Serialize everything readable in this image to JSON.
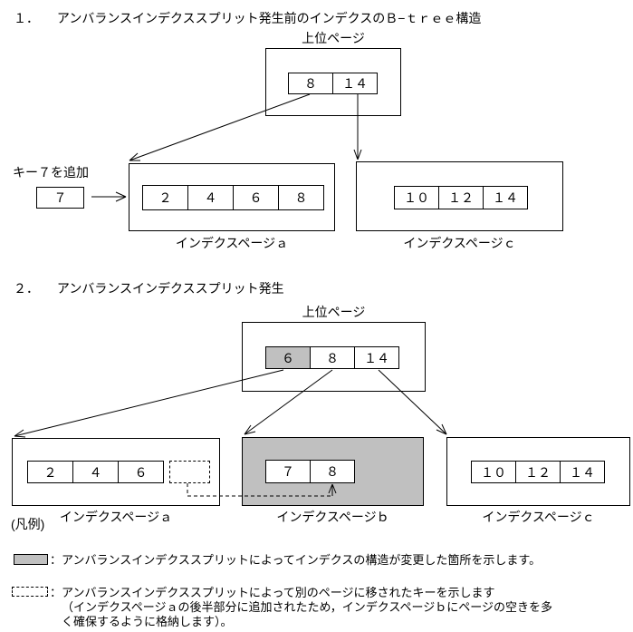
{
  "diagram": {
    "colors": {
      "highlight": "#c0c0c0",
      "line": "#000000",
      "background": "#ffffff"
    },
    "section1": {
      "number": "１．",
      "title": "アンバランスインデクススプリット発生前のインデクスのＢ−ｔｒｅｅ構造",
      "root": {
        "label": "上位ページ",
        "cells": [
          "８",
          "１４"
        ]
      },
      "insert": {
        "label": "キー７を追加",
        "key": "７"
      },
      "pageA": {
        "cells": [
          "２",
          "４",
          "６",
          "８"
        ],
        "label": "インデクスページａ"
      },
      "pageC": {
        "cells": [
          "１０",
          "１２",
          "１４"
        ],
        "label": "インデクスページｃ"
      }
    },
    "section2": {
      "number": "２．",
      "title": "アンバランスインデクススプリット発生",
      "root": {
        "label": "上位ページ",
        "cells": [
          "６",
          "８",
          "１４"
        ]
      },
      "pageA": {
        "cells": [
          "２",
          "４",
          "６"
        ],
        "label": "インデクスページａ"
      },
      "pageB": {
        "cells": [
          "７",
          "８"
        ],
        "label": "インデクスページｂ"
      },
      "pageC": {
        "cells": [
          "１０",
          "１２",
          "１４"
        ],
        "label": "インデクスページｃ"
      }
    },
    "legend": {
      "title": "(凡例)",
      "gray_item": "：アンバランスインデクススプリットによってインデクスの構造が変更した箇所を示します。",
      "dashed_item_line1": "：アンバランスインデクススプリットによって別のページに移されたキーを示します",
      "dashed_item_line2": "（インデクスページａの後半部分に追加されたため，インデクスページｂにページの空きを多",
      "dashed_item_line3": "く確保するように格納します）。"
    }
  }
}
